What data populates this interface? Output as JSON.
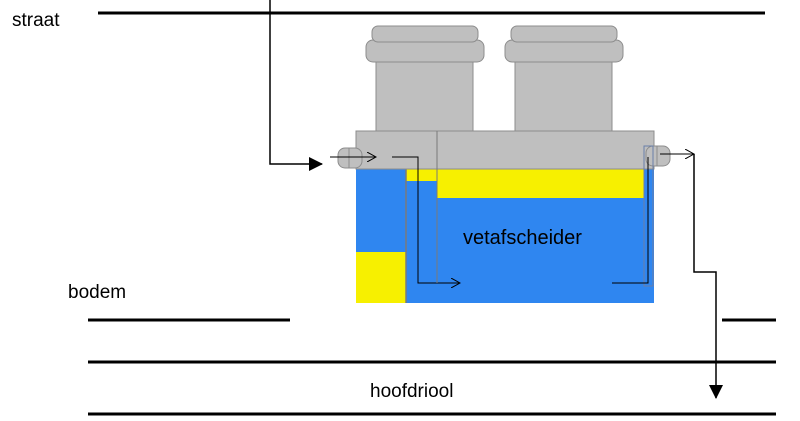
{
  "labels": {
    "street": "straat",
    "ground": "bodem",
    "separator": "vetafscheider",
    "main_sewer": "hoofdriool"
  },
  "colors": {
    "water": "#2f86f0",
    "fat": "#f7f000",
    "concrete": "#bfbfbf",
    "concrete_dark": "#a8a8a8",
    "outline": "#7a7a7a",
    "line": "#000000",
    "white": "#ffffff"
  }
}
